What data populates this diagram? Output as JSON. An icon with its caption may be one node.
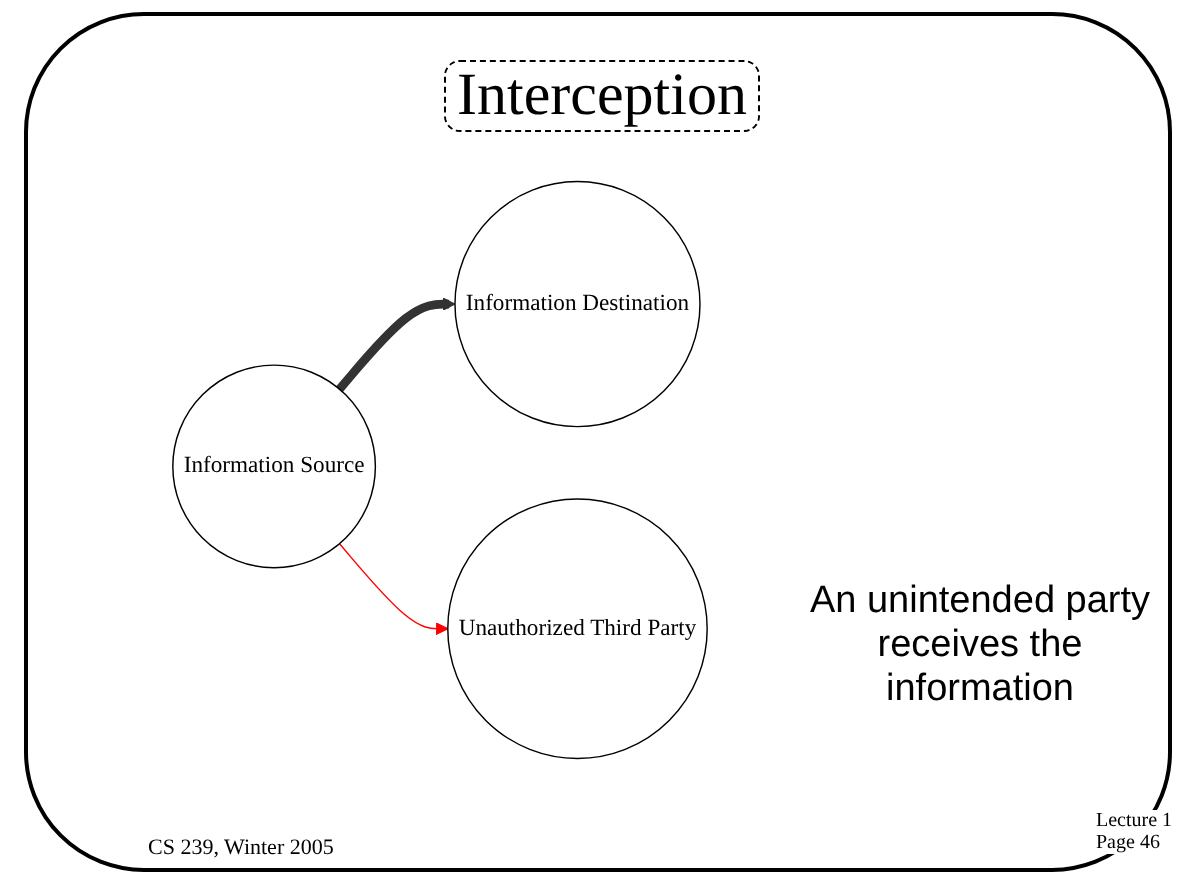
{
  "diagram": {
    "title": "Interception",
    "nodes": [
      {
        "text": [
          "Information Source"
        ]
      },
      {
        "text": [
          "Information Destination"
        ]
      },
      {
        "text": [
          "Unauthorized Third Party"
        ]
      }
    ],
    "edges": [
      {
        "from": 0,
        "to": 1,
        "arrow": "to",
        "style": "thick"
      },
      {
        "from": 0,
        "to": 2,
        "arrow": "to",
        "color": "#ff0000"
      }
    ],
    "labels": [
      "An unintended party receives the information",
      "CS 239, Winter 2005",
      "Lecture 1 Page 46"
    ]
  }
}
